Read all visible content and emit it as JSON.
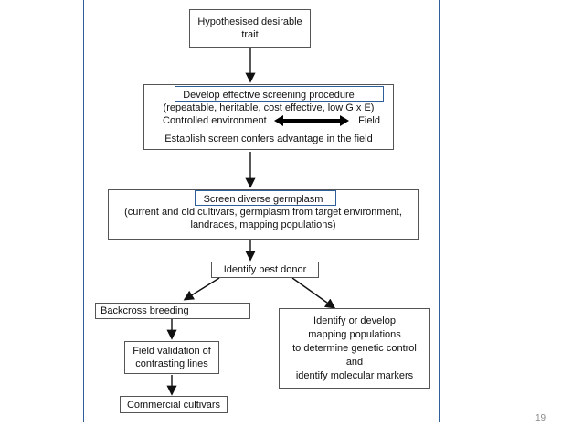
{
  "diagram": {
    "trait_box": {
      "lines": [
        "Hypothesised desirable",
        "trait"
      ]
    },
    "screening_box": {
      "title": "Develop  effective screening procedure",
      "subtitle": "(repeatable, heritable, cost effective, low G x E)",
      "controlled": "Controlled environment",
      "field": "Field",
      "establish": "Establish screen confers advantage in the field"
    },
    "germplasm_box": {
      "title": "Screen  diverse germplasm",
      "lines": [
        "(current and old cultivars,  germplasm from target environment,",
        "landraces, mapping populations)"
      ]
    },
    "donor_box": {
      "label": "Identify best donor"
    },
    "backcross_box": {
      "label": "Backcross breeding"
    },
    "mapping_box": {
      "lines": [
        "Identify or develop",
        "mapping populations",
        "to determine genetic control",
        "and",
        "identify molecular markers"
      ]
    },
    "field_validation_box": {
      "lines": [
        "Field validation of",
        "contrasting lines"
      ]
    },
    "commercial_box": {
      "label": "Commercial cultivars"
    }
  },
  "slide": {
    "page_number": "19"
  }
}
